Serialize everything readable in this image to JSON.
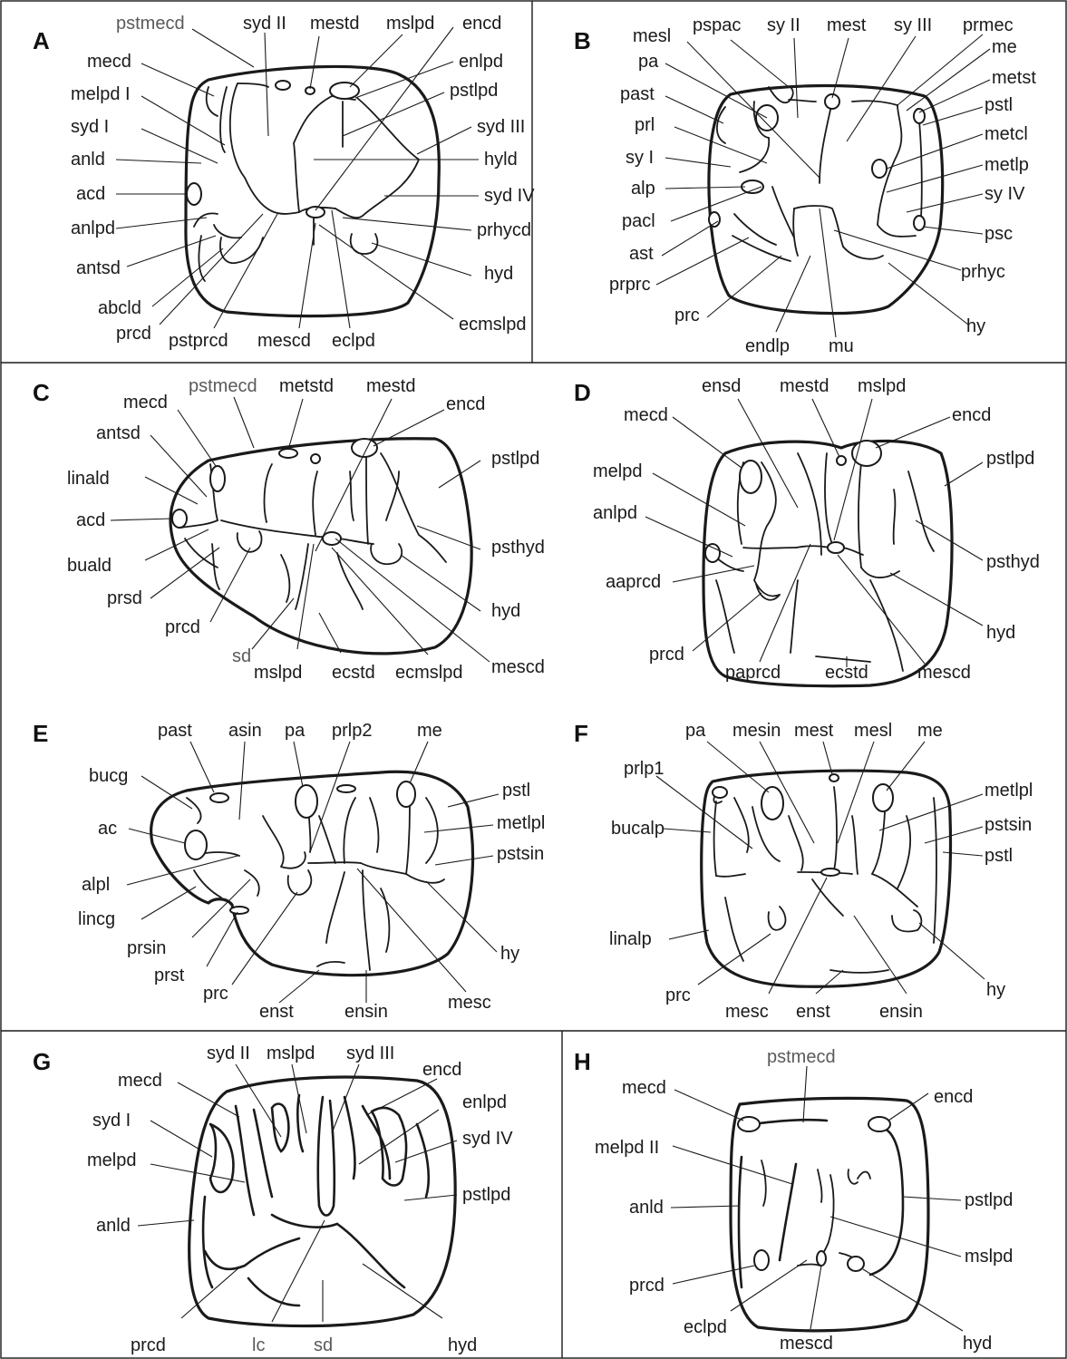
{
  "panels": [
    {
      "letter": "A",
      "labels": [
        "pstmecd",
        "syd II",
        "mestd",
        "mslpd",
        "encd",
        "mecd",
        "enlpd",
        "melpd I",
        "pstlpd",
        "syd I",
        "syd III",
        "anld",
        "hyld",
        "acd",
        "syd IV",
        "anlpd",
        "prhycd",
        "antsd",
        "hyd",
        "abcld",
        "ecmslpd",
        "prcd",
        "pstprcd",
        "mescd",
        "eclpd"
      ]
    },
    {
      "letter": "B",
      "labels": [
        "mesl",
        "pspac",
        "sy II",
        "mest",
        "sy III",
        "prmec",
        "pa",
        "me",
        "past",
        "metst",
        "pstl",
        "prl",
        "metcl",
        "sy I",
        "metlp",
        "alp",
        "sy IV",
        "pacl",
        "psc",
        "ast",
        "prhyc",
        "prprc",
        "prc",
        "hy",
        "endlp",
        "mu"
      ]
    },
    {
      "letter": "C",
      "labels": [
        "pstmecd",
        "metstd",
        "mestd",
        "mecd",
        "encd",
        "antsd",
        "pstlpd",
        "linald",
        "acd",
        "psthyd",
        "buald",
        "prsd",
        "hyd",
        "prcd",
        "mescd",
        "sd",
        "mslpd",
        "ecstd",
        "ecmslpd"
      ]
    },
    {
      "letter": "D",
      "labels": [
        "ensd",
        "mestd",
        "mslpd",
        "mecd",
        "encd",
        "pstlpd",
        "melpd",
        "anlpd",
        "psthyd",
        "aaprcd",
        "hyd",
        "prcd",
        "paprcd",
        "ecstd",
        "mescd"
      ]
    },
    {
      "letter": "E",
      "labels": [
        "past",
        "asin",
        "pa",
        "prlp2",
        "me",
        "bucg",
        "pstl",
        "ac",
        "metlpl",
        "pstsin",
        "alpl",
        "lincg",
        "hy",
        "prsin",
        "prst",
        "prc",
        "mesc",
        "enst",
        "ensin"
      ]
    },
    {
      "letter": "F",
      "labels": [
        "pa",
        "mesin",
        "mest",
        "mesl",
        "me",
        "prlp1",
        "metlpl",
        "bucalp",
        "pstsin",
        "pstl",
        "linalp",
        "hy",
        "prc",
        "mesc",
        "enst",
        "ensin"
      ]
    },
    {
      "letter": "G",
      "labels": [
        "syd II",
        "mslpd",
        "syd III",
        "mecd",
        "encd",
        "enlpd",
        "syd I",
        "syd IV",
        "melpd",
        "pstlpd",
        "anld",
        "prcd",
        "lc",
        "sd",
        "hyd"
      ]
    },
    {
      "letter": "H",
      "labels": [
        "pstmecd",
        "mecd",
        "encd",
        "melpd II",
        "anld",
        "pstlpd",
        "mslpd",
        "prcd",
        "eclpd",
        "mescd",
        "hyd"
      ]
    }
  ]
}
